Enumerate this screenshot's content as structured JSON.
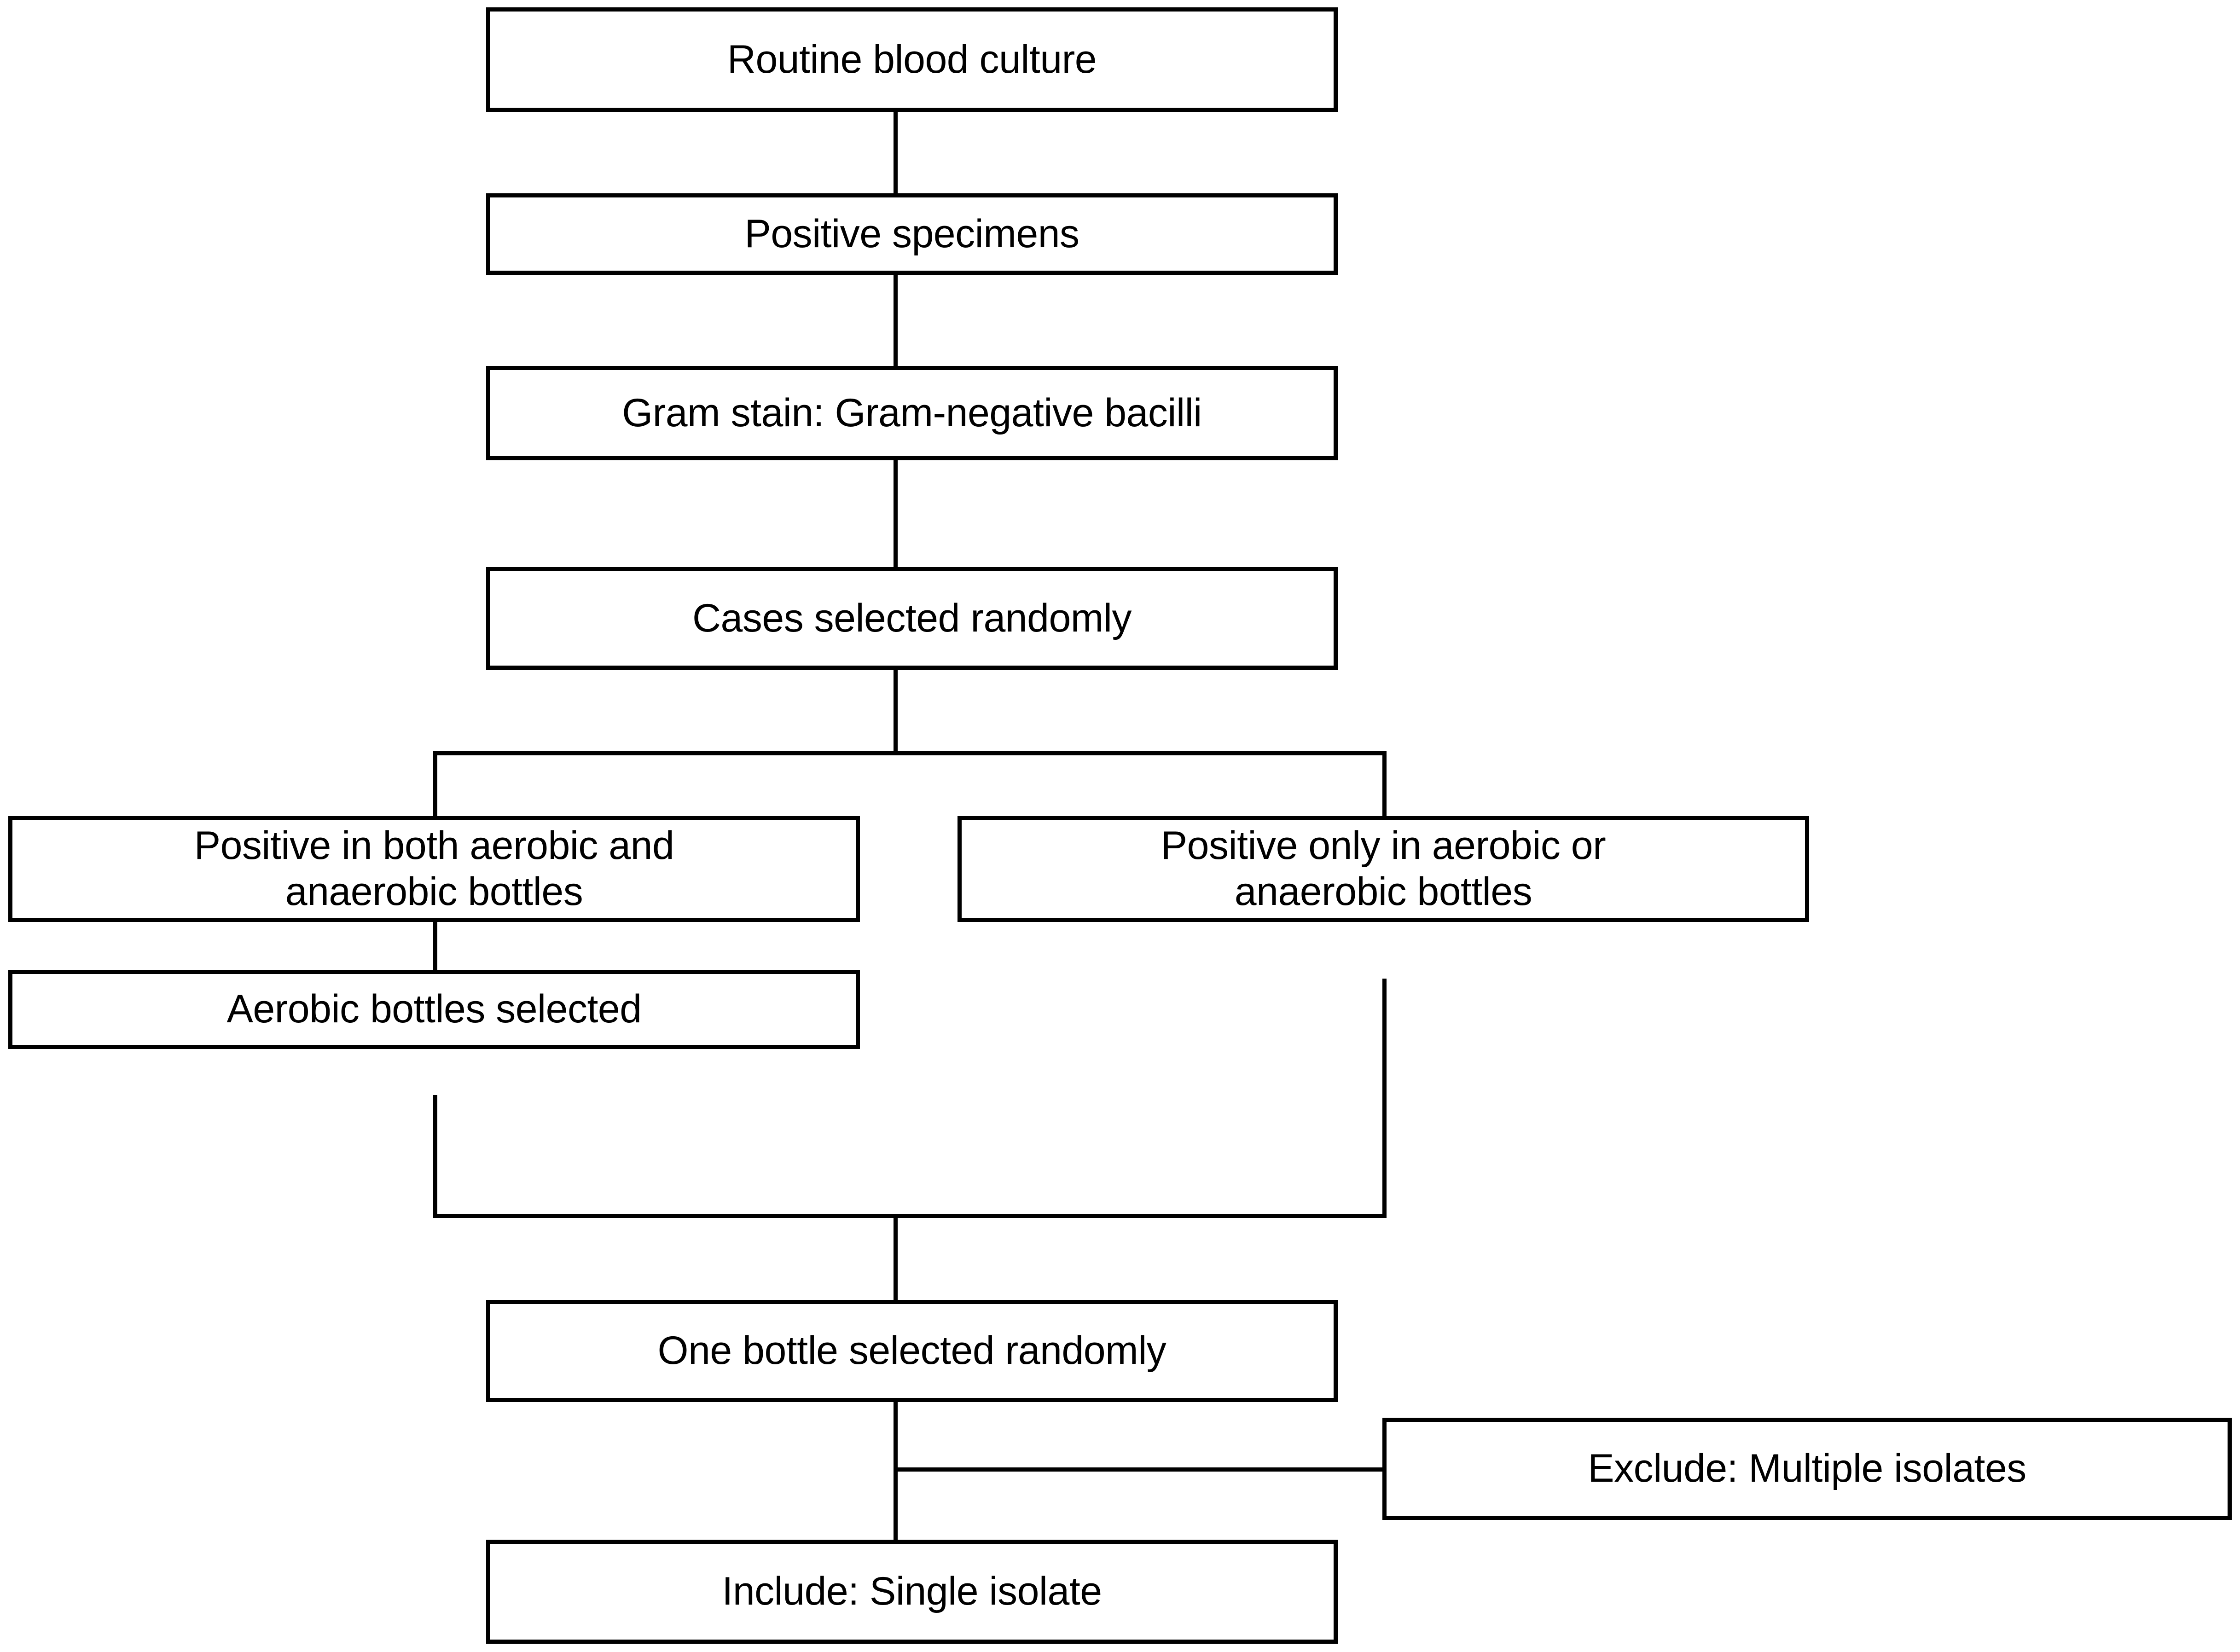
{
  "diagram": {
    "title": "Blood culture specimen selection flowchart",
    "type": "flowchart",
    "background_color": "#ffffff",
    "line_color": "#000000",
    "text_color": "#000000",
    "nodes": [
      {
        "id": "routine-blood-culture",
        "label": "Routine blood culture"
      },
      {
        "id": "positive-specimens",
        "label": "Positive specimens"
      },
      {
        "id": "gram-stain",
        "label": "Gram stain: Gram-negative bacilli"
      },
      {
        "id": "cases-selected-randomly",
        "label": "Cases selected randomly"
      },
      {
        "id": "positive-both-bottles",
        "label": "Positive in both aerobic and\nanaerobic bottles"
      },
      {
        "id": "positive-only-one-bottle",
        "label": "Positive only in aerobic or\nanaerobic bottles"
      },
      {
        "id": "aerobic-bottles-selected",
        "label": "Aerobic bottles selected"
      },
      {
        "id": "one-bottle-selected",
        "label": "One bottle selected randomly"
      },
      {
        "id": "exclude-multiple-isolates",
        "label": "Exclude: Multiple isolates"
      },
      {
        "id": "include-single-isolate",
        "label": "Include: Single isolate"
      }
    ],
    "edges": [
      {
        "from": "routine-blood-culture",
        "to": "positive-specimens"
      },
      {
        "from": "positive-specimens",
        "to": "gram-stain"
      },
      {
        "from": "gram-stain",
        "to": "cases-selected-randomly"
      },
      {
        "from": "cases-selected-randomly",
        "to": "positive-both-bottles"
      },
      {
        "from": "cases-selected-randomly",
        "to": "positive-only-one-bottle"
      },
      {
        "from": "positive-both-bottles",
        "to": "aerobic-bottles-selected"
      },
      {
        "from": "aerobic-bottles-selected",
        "to": "one-bottle-selected"
      },
      {
        "from": "positive-only-one-bottle",
        "to": "one-bottle-selected"
      },
      {
        "from": "one-bottle-selected",
        "to": "exclude-multiple-isolates"
      },
      {
        "from": "one-bottle-selected",
        "to": "include-single-isolate"
      }
    ]
  }
}
